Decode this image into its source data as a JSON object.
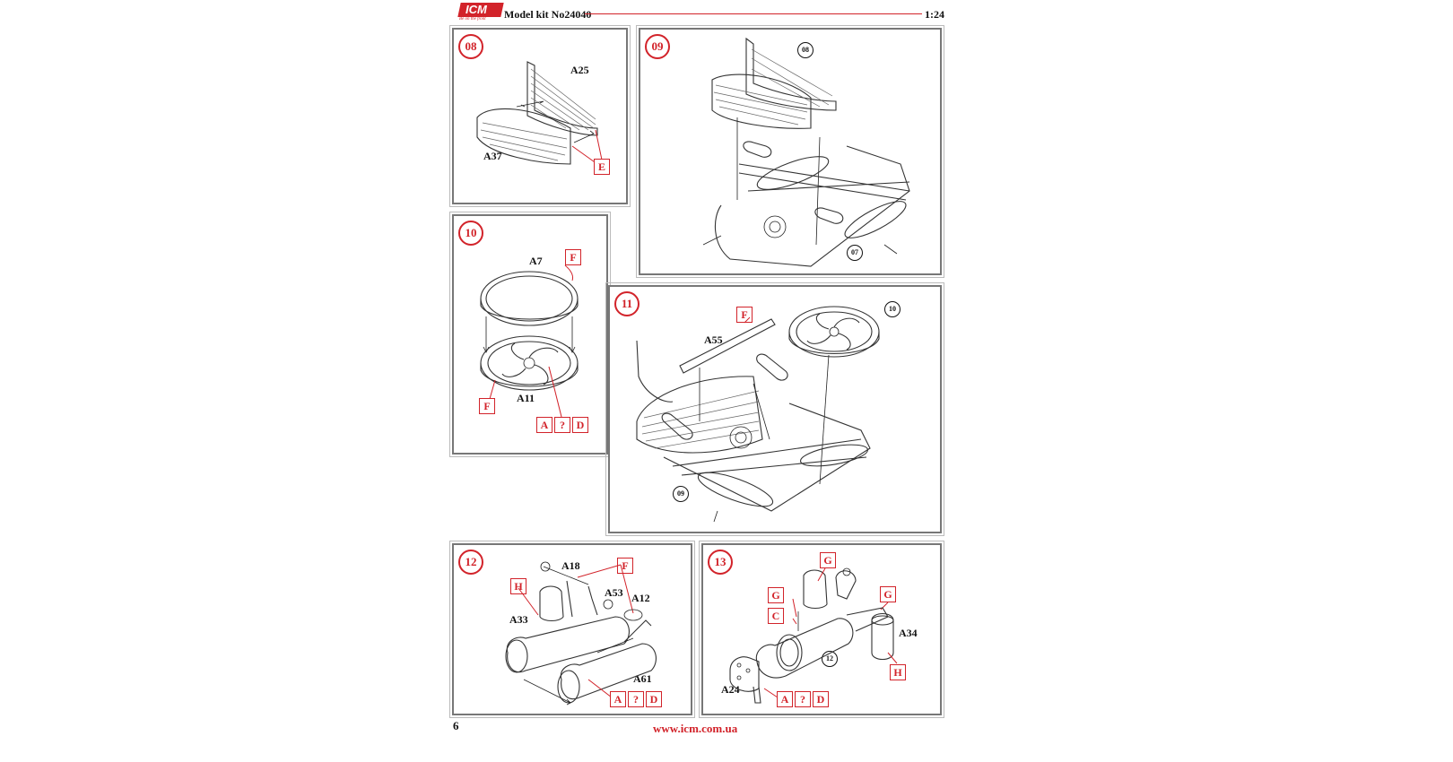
{
  "header": {
    "logo_text": "ICM",
    "logo_tagline": "Be on the front",
    "title": "Model kit No24040",
    "scale": "1:24"
  },
  "colors": {
    "accent": "#d2232a",
    "frame": "#777777"
  },
  "steps": [
    {
      "number": "08",
      "labels": [
        "A25",
        "A37"
      ],
      "boxes": [
        "E"
      ],
      "refs": []
    },
    {
      "number": "09",
      "labels": [],
      "boxes": [],
      "refs": [
        "08",
        "07"
      ]
    },
    {
      "number": "10",
      "labels": [
        "A7",
        "A11"
      ],
      "boxes": [
        "F",
        "F",
        "A",
        "?",
        "D"
      ],
      "refs": []
    },
    {
      "number": "11",
      "labels": [
        "A55"
      ],
      "boxes": [
        "F"
      ],
      "refs": [
        "10",
        "09"
      ]
    },
    {
      "number": "12",
      "labels": [
        "A18",
        "A53",
        "A12",
        "A33",
        "A61"
      ],
      "boxes": [
        "F",
        "H",
        "A",
        "?",
        "D"
      ],
      "refs": []
    },
    {
      "number": "13",
      "labels": [
        "A34",
        "A24"
      ],
      "boxes": [
        "G",
        "G",
        "C",
        "G",
        "H",
        "A",
        "?",
        "D"
      ],
      "refs": [
        "12"
      ]
    }
  ],
  "footer": {
    "page_number": "6",
    "url": "www.icm.com.ua"
  }
}
